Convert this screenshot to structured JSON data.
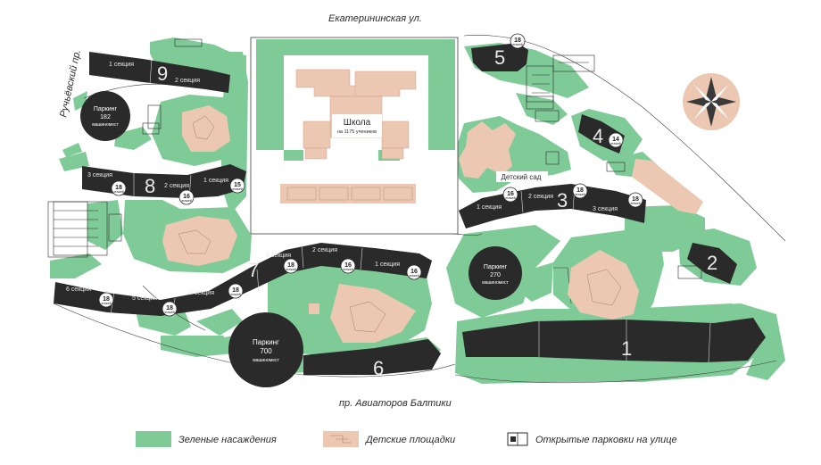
{
  "streets": {
    "north": "Екатерининская ул.",
    "west": "Ручьёвский пр.",
    "south": "пр. Авиаторов Балтики"
  },
  "school": {
    "title": "Школа",
    "subtitle": "на 1175 учеников"
  },
  "kindergarten": "Детский сад",
  "parkings": [
    {
      "line1": "Паркинг",
      "line2": "182",
      "line3": "машиномест"
    },
    {
      "line1": "Паркинг",
      "line2": "270",
      "line3": "машиномест"
    },
    {
      "line1": "Паркинг",
      "line2": "700",
      "line3": "машиномест"
    }
  ],
  "buildings": {
    "b1": "1",
    "b2": "2",
    "b3": "3",
    "b4": "4",
    "b5": "5",
    "b6": "6",
    "b7": "7",
    "b8": "8",
    "b9": "9"
  },
  "sections": {
    "b9_s1": "1 секция",
    "b9_s2": "2 секция",
    "b8_s1": "1 секция",
    "b8_s2": "2 секция",
    "b8_s3": "3 секция",
    "b7_s1": "1 секция",
    "b7_s2": "2 секция",
    "b7_s3": "3 секция",
    "b7_s4": "4 секция",
    "b7_s5": "5 секция",
    "b7_s6": "6 секция",
    "b3_s1": "1 секция",
    "b3_s2": "2 секция",
    "b3_s3": "3 секция"
  },
  "floor_unit": "этажей",
  "floors": {
    "b5": "18",
    "b4": "14",
    "b8_a": "18",
    "b8_b": "16",
    "b8_c": "15",
    "b3_a": "16",
    "b3_b": "18",
    "b3_c": "18",
    "b7_a": "16",
    "b7_b": "16",
    "b7_c": "18",
    "b7_d": "18",
    "b7_e": "18"
  },
  "legend": {
    "green": "Зеленые насаждения",
    "playground": "Детские площадки",
    "parking": "Открытые парковки на улице"
  },
  "colors": {
    "green": "#7fcb98",
    "building": "#2a2a2a",
    "playground": "#ecc8b2",
    "school": "#ecc8b2",
    "compass": "#ecc8b2"
  }
}
